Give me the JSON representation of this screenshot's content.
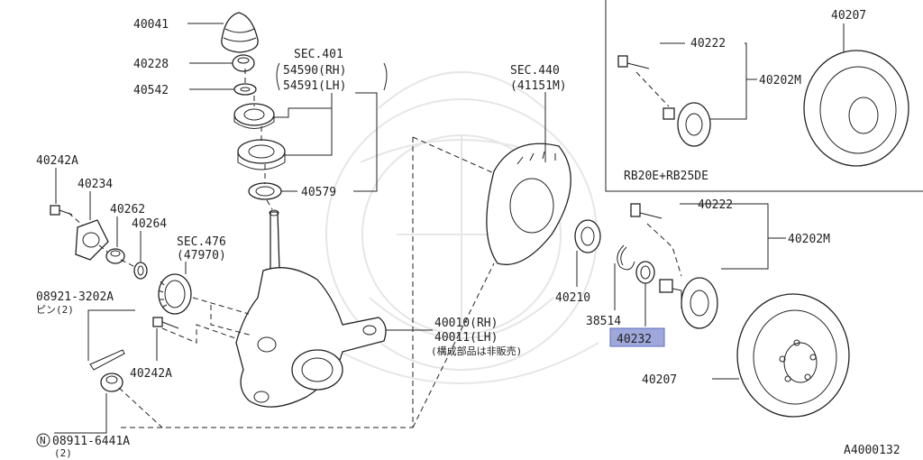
{
  "diagram": {
    "labels": {
      "p40041": "40041",
      "p40228": "40228",
      "p40542": "40542",
      "sec401": "SEC.401",
      "p54590": "54590(RH)",
      "p54591": "54591(LH)",
      "p40579": "40579",
      "p40242A_top": "40242A",
      "p40234": "40234",
      "p40262": "40262",
      "p40264": "40264",
      "sec476": "SEC.476",
      "p47970": "(47970)",
      "p08921": "08921-3202A",
      "pin2": "ピン(2)",
      "p40242A_bot": "40242A",
      "n08911": "08911-6441A",
      "n_circle": "N",
      "qty2": "(2)",
      "sec440": "SEC.440",
      "p41151M": "(41151M)",
      "p40210": "40210",
      "p38514": "38514",
      "p40232": "40232",
      "p40010": "40010(RH)",
      "p40011": "40011(LH)",
      "not_sold": "(構成部品は非販売)",
      "p40222_inset": "40222",
      "p40202M_inset": "40202M",
      "p40207_inset": "40207",
      "rb_engine": "RB20E+RB25DE",
      "p40222_main": "40222",
      "p40202M_main": "40202M",
      "p40207_main": "40207",
      "diagram_id": "A4000132"
    },
    "highlight_color": "#9fa8da"
  }
}
